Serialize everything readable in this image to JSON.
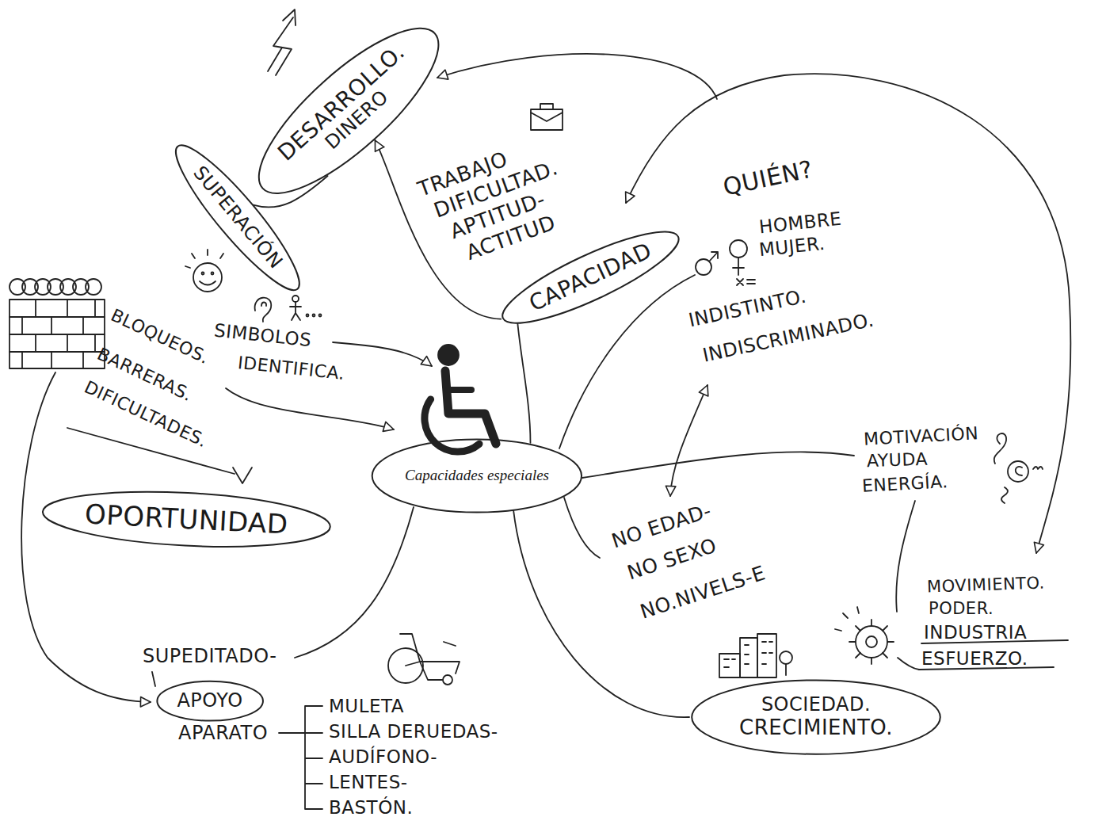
{
  "diagram": {
    "nodes": [
      {
        "text": [
          "DESARROLLO.",
          "DINERO"
        ]
      },
      {
        "text": [
          "SUPERACIÓN"
        ]
      },
      {
        "text": [
          "CAPACIDAD"
        ]
      },
      {
        "text": [
          "Capacidades especiales"
        ]
      },
      {
        "text": [
          "OPORTUNIDAD"
        ]
      },
      {
        "text": [
          "SOCIEDAD.",
          "CRECIMIENTO."
        ]
      },
      {
        "text": [
          "APOYO"
        ]
      }
    ],
    "edges": [
      {
        "from": 3,
        "to": 2,
        "arrow": "none"
      },
      {
        "from": 2,
        "to": 0,
        "arrow": "to"
      },
      {
        "from": 1,
        "to": 0,
        "arrow": "none"
      },
      {
        "from": 3,
        "to": 5,
        "arrow": "none"
      }
    ],
    "labels": [
      "TRABAJO",
      "DIFICULTAD.",
      "APTITUD-",
      "ACTITUD",
      "QUIÉN?",
      "HOMBRE",
      "MUJER.",
      "INDISTINTO.",
      "INDISCRIMINADO.",
      "MOTIVACIÓN",
      "AYUDA",
      "ENERGÍA.",
      "MOVIMIENTO.",
      "PODER.",
      "INDUSTRIA",
      "ESFUERZO.",
      "NO EDAD-",
      "NO SEXO",
      "NO.NIVELS-E",
      "SUPEDITADO-",
      "APARATO",
      "MULETA",
      "SILLA DERUEDAS-",
      "AUDÍFONO-",
      "LENTES-",
      "BASTÓN.",
      "BLOQUEOS.",
      "BARRERAS.",
      "DIFICULTADES.",
      "SIMBOLOS",
      "IDENTIFICA."
    ]
  }
}
